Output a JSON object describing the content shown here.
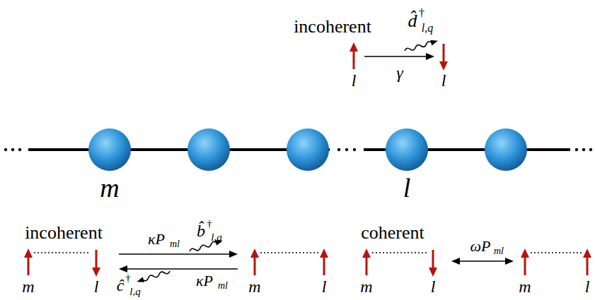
{
  "diagram": {
    "labels": [
      "incoherent",
      "d̂",
      "†",
      "l,q",
      "γ",
      "l",
      "l",
      "m",
      "l",
      "incoherent",
      "κP",
      "ml",
      "b̂",
      "†",
      "l,q",
      "ĉ",
      "†",
      "l,q",
      "κP",
      "ml",
      "m",
      "l",
      "m",
      "l",
      "coherent",
      "m",
      "l",
      "ωP",
      "ml",
      "m",
      "l"
    ]
  }
}
